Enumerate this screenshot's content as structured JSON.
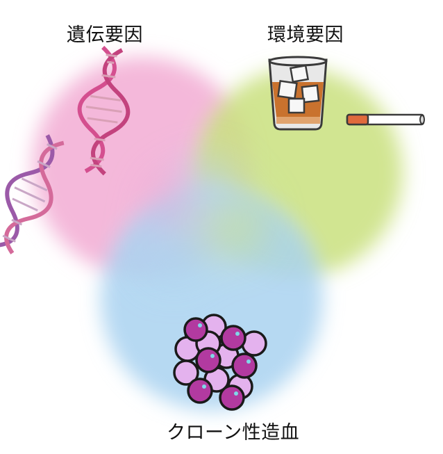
{
  "labels": {
    "genetic": "遺伝要因",
    "environmental": "環境要因",
    "chip": "クローン性造血"
  },
  "colors": {
    "genetic_circle": "#f3b4d8",
    "environmental_circle": "#c9e07e",
    "chip_circle": "#a9d2f0",
    "dna": "#d44f8f",
    "cell_dark": "#b23aa0",
    "cell_light": "#e4b2ee"
  },
  "icons": [
    "dna-icon",
    "whiskey-glass-icon",
    "cigarette-icon",
    "blood-cells-icon"
  ]
}
